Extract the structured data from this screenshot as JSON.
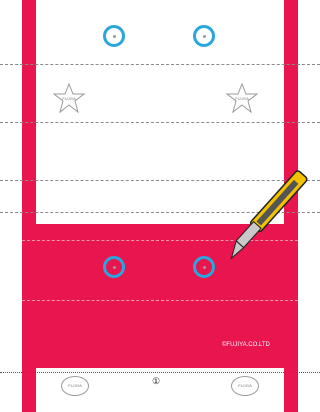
{
  "colors": {
    "accent": "#e8154f",
    "ring": "#2aa6dc",
    "cutter_body": "#f2c200",
    "cutter_blade": "#c9c9c9"
  },
  "stars": {
    "label_left": "FUJIYA",
    "label_right": "FUJIYA"
  },
  "badges": {
    "label_left": "FUJIYA",
    "label_right": "FUJIYA"
  },
  "copyright": "©FUJIYA.CO.LTD",
  "page_number": "①",
  "icons": [
    "punch-hole-ring-icon",
    "star-outline-icon",
    "utility-knife-icon",
    "round-logo-badge-icon"
  ]
}
